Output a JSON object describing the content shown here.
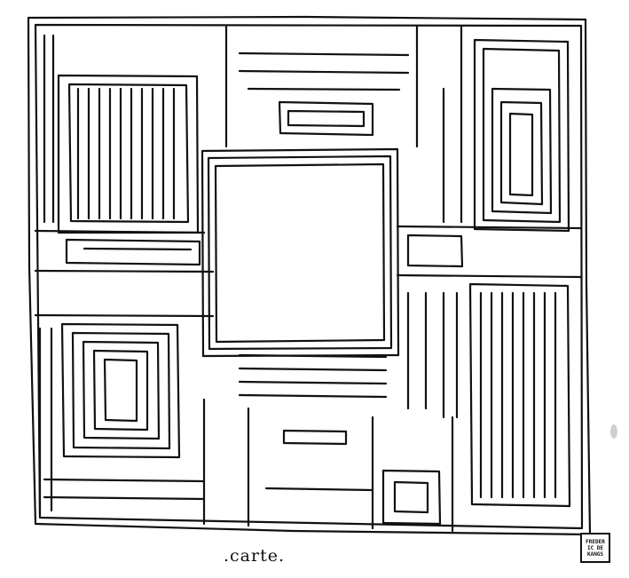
{
  "artwork": {
    "caption": ".carte.",
    "signature_lines": [
      "FREDER",
      "IC DE",
      "KANGS"
    ],
    "ink_color": "#111111",
    "paper_color": "#ffffff"
  }
}
